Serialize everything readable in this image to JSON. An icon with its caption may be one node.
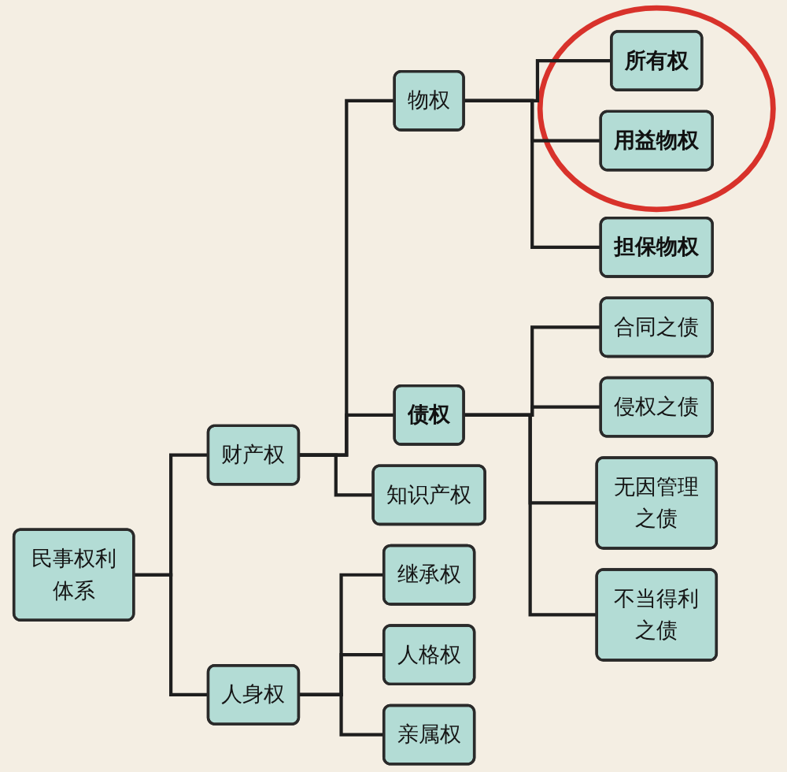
{
  "diagram": {
    "nodes": [
      {
        "text": [
          "民事权利体系"
        ]
      },
      {
        "text": [
          "财产权"
        ]
      },
      {
        "text": [
          "人身权"
        ]
      },
      {
        "text": [
          "物权"
        ]
      },
      {
        "text": [
          "债权"
        ]
      },
      {
        "text": [
          "知识产权"
        ]
      },
      {
        "text": [
          "继承权"
        ]
      },
      {
        "text": [
          "人格权"
        ]
      },
      {
        "text": [
          "亲属权"
        ]
      },
      {
        "text": [],
        "shape": "ellipse"
      },
      {
        "text": [
          "所有权"
        ],
        "in": 9
      },
      {
        "text": [
          "用益物权"
        ],
        "in": 9
      },
      {
        "text": [
          "担保物权"
        ]
      },
      {
        "text": [
          "合同之债"
        ]
      },
      {
        "text": [
          "侵权之债"
        ]
      },
      {
        "text": [
          "无因管理之债"
        ]
      },
      {
        "text": [
          "不当得利之债"
        ]
      }
    ],
    "edges": [
      {
        "from": 0,
        "to": 1,
        "arrow": "none"
      },
      {
        "from": 0,
        "to": 2,
        "arrow": "none"
      },
      {
        "from": 1,
        "to": 3,
        "arrow": "none"
      },
      {
        "from": 1,
        "to": 4,
        "arrow": "none"
      },
      {
        "from": 1,
        "to": 5,
        "arrow": "none"
      },
      {
        "from": 2,
        "to": 6,
        "arrow": "none"
      },
      {
        "from": 2,
        "to": 7,
        "arrow": "none"
      },
      {
        "from": 2,
        "to": 8,
        "arrow": "none"
      },
      {
        "from": 3,
        "to": 10,
        "arrow": "none"
      },
      {
        "from": 3,
        "to": 11,
        "arrow": "none"
      },
      {
        "from": 3,
        "to": 12,
        "arrow": "none"
      },
      {
        "from": 4,
        "to": 13,
        "arrow": "none"
      },
      {
        "from": 4,
        "to": 14,
        "arrow": "none"
      },
      {
        "from": 4,
        "to": 15,
        "arrow": "none"
      },
      {
        "from": 4,
        "to": 16,
        "arrow": "none"
      }
    ]
  }
}
